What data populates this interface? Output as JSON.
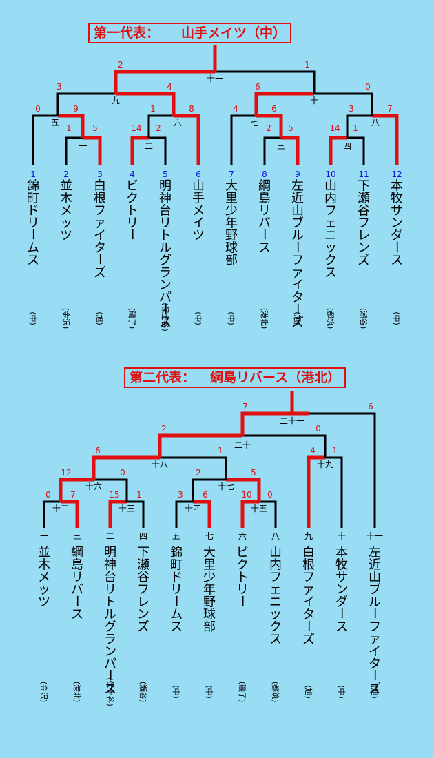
{
  "colors": {
    "background": "#99ddf5",
    "win": "#e01010",
    "line": "#000000",
    "seed": "#1010e0",
    "score": "#e01010"
  },
  "top": {
    "title_prefix": "第一代表：",
    "title_team": "山手メイツ（中）",
    "teams": [
      {
        "num": "1",
        "name": "錦町ドリームス",
        "region": "（中）"
      },
      {
        "num": "2",
        "name": "並木メッツ",
        "region": "（金沢）"
      },
      {
        "num": "3",
        "name": "白根ファイターズ",
        "region": "（旭）"
      },
      {
        "num": "4",
        "name": "ビクトリー",
        "region": "（磯子）"
      },
      {
        "num": "5",
        "name": "明神台リトルグランパース",
        "region": "（保土谷）"
      },
      {
        "num": "6",
        "name": "山手メイツ",
        "region": "（中）"
      },
      {
        "num": "7",
        "name": "大里少年野球部",
        "region": "（中）"
      },
      {
        "num": "8",
        "name": "綱島リバース",
        "region": "（港北）"
      },
      {
        "num": "9",
        "name": "左近山ブルーファイターズ",
        "region": "（旭）"
      },
      {
        "num": "10",
        "name": "山内フェニックス",
        "region": "（都筑）"
      },
      {
        "num": "11",
        "name": "下瀬谷フレンズ",
        "region": "（瀬谷）"
      },
      {
        "num": "12",
        "name": "本牧サンダース",
        "region": "（中）"
      }
    ],
    "games": [
      {
        "label": "一",
        "scores": [
          "1",
          "5"
        ]
      },
      {
        "label": "二",
        "scores": [
          "14",
          "2"
        ]
      },
      {
        "label": "三",
        "scores": [
          "2",
          "5"
        ]
      },
      {
        "label": "四",
        "scores": [
          "14",
          "1"
        ]
      },
      {
        "label": "五",
        "scores": [
          "0",
          "9"
        ]
      },
      {
        "label": "六",
        "scores": [
          "1",
          "8"
        ]
      },
      {
        "label": "七",
        "scores": [
          "4",
          "6"
        ]
      },
      {
        "label": "八",
        "scores": [
          "3",
          "7"
        ]
      },
      {
        "label": "九",
        "scores": [
          "3",
          "4"
        ]
      },
      {
        "label": "十",
        "scores": [
          "6",
          "0"
        ]
      },
      {
        "label": "十一",
        "scores": [
          "2",
          "1"
        ]
      }
    ]
  },
  "bottom": {
    "title_prefix": "第二代表：",
    "title_team": "綱島リバース（港北）",
    "teams": [
      {
        "num": "一",
        "name": "並木メッツ",
        "region": "（金沢）"
      },
      {
        "num": "三",
        "name": "綱島リバース",
        "region": "（港北）"
      },
      {
        "num": "二",
        "name": "明神台リトルグランパース",
        "region": "（保土谷）"
      },
      {
        "num": "四",
        "name": "下瀬谷フレンズ",
        "region": "（瀬谷）"
      },
      {
        "num": "五",
        "name": "錦町ドリームス",
        "region": "（中）"
      },
      {
        "num": "七",
        "name": "大里少年野球部",
        "region": "（中）"
      },
      {
        "num": "六",
        "name": "ビクトリー",
        "region": "（磯子）"
      },
      {
        "num": "八",
        "name": "山内フェニックス",
        "region": "（都筑）"
      },
      {
        "num": "九",
        "name": "白根ファイターズ",
        "region": "（旭）"
      },
      {
        "num": "十",
        "name": "本牧サンダース",
        "region": "（中）"
      },
      {
        "num": "十一",
        "name": "左近山ブルーファイターズ",
        "region": "（旭）"
      }
    ],
    "games": [
      {
        "label": "十二",
        "scores": [
          "0",
          "7"
        ]
      },
      {
        "label": "十三",
        "scores": [
          "15",
          "1"
        ]
      },
      {
        "label": "十四",
        "scores": [
          "3",
          "6"
        ]
      },
      {
        "label": "十五",
        "scores": [
          "10",
          "0"
        ]
      },
      {
        "label": "十六",
        "scores": [
          "12",
          "0"
        ]
      },
      {
        "label": "十七",
        "scores": [
          "2",
          "5"
        ]
      },
      {
        "label": "十八",
        "scores": [
          "6",
          "1"
        ]
      },
      {
        "label": "十九",
        "scores": [
          "4",
          "1"
        ]
      },
      {
        "label": "二十",
        "scores": [
          "2",
          "0"
        ]
      },
      {
        "label": "二十一",
        "scores": [
          "7",
          "6"
        ]
      }
    ]
  }
}
